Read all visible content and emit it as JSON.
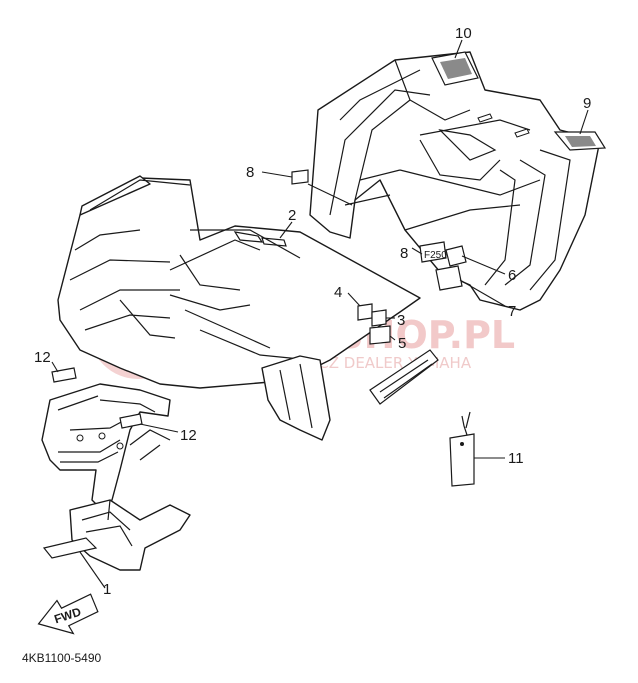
{
  "diagram": {
    "callouts": [
      {
        "id": "c10",
        "label": "10"
      },
      {
        "id": "c9",
        "label": "9"
      },
      {
        "id": "c8a",
        "label": "8"
      },
      {
        "id": "c2",
        "label": "2"
      },
      {
        "id": "c8b",
        "label": "8"
      },
      {
        "id": "c6",
        "label": "6"
      },
      {
        "id": "c4",
        "label": "4"
      },
      {
        "id": "c3",
        "label": "3"
      },
      {
        "id": "c7",
        "label": "7"
      },
      {
        "id": "c5",
        "label": "5"
      },
      {
        "id": "c12a",
        "label": "12"
      },
      {
        "id": "c12b",
        "label": "12"
      },
      {
        "id": "c11",
        "label": "11"
      },
      {
        "id": "c1",
        "label": "1"
      }
    ],
    "part_code": "4KB1100-5490",
    "fwd_label": "FWD",
    "watermark_main": "YAMA-SHOP.PL",
    "watermark_sub": "WOJCIECHOWICZ DEALER YAMAHA",
    "decal_f250": "F250"
  },
  "colors": {
    "line": "#1a1a1a",
    "watermark": "#f2c9c9"
  }
}
